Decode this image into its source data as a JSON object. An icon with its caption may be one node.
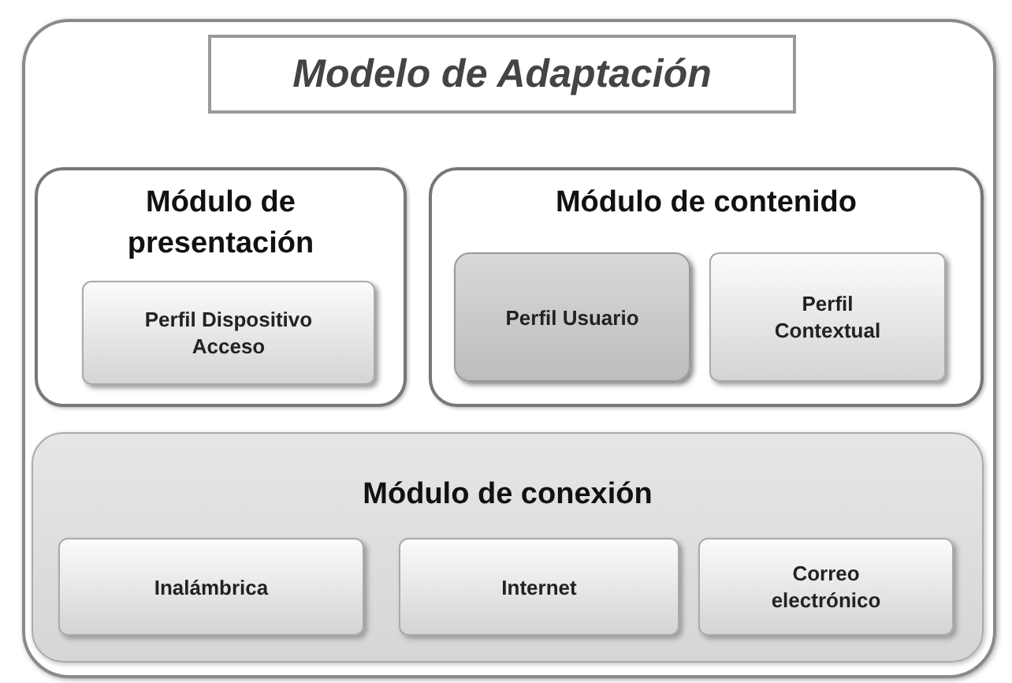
{
  "diagram": {
    "nodes": [
      {
        "text": [],
        "shape": "box"
      },
      {
        "text": [
          "Modelo de Adaptación"
        ],
        "in": 0
      },
      {
        "text": [
          "Módulo de presentación"
        ],
        "in": 0
      },
      {
        "text": [
          "Perfil Dispositivo Acceso"
        ],
        "in": 2
      },
      {
        "text": [
          "Módulo de contenido"
        ],
        "in": 0
      },
      {
        "text": [
          "Perfil Usuario"
        ],
        "in": 4
      },
      {
        "text": [
          "Perfil Contextual"
        ],
        "in": 4
      },
      {
        "text": [
          "Módulo de conexión"
        ],
        "in": 0
      },
      {
        "text": [
          "Inalámbrica"
        ],
        "in": 7
      },
      {
        "text": [
          "Internet"
        ],
        "in": 7
      },
      {
        "text": [
          "Correo electrónico"
        ],
        "in": 7
      }
    ]
  }
}
